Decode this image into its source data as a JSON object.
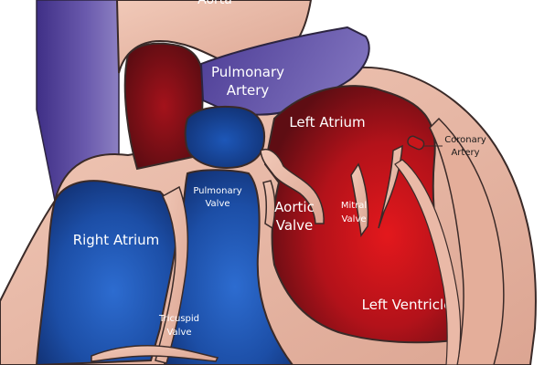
{
  "labels": {
    "aorta": "Aorta",
    "pulmonary_artery_1": "Pulmonary",
    "pulmonary_artery_2": "Artery",
    "left_atrium": "Left Atrium",
    "coronary_artery_1": "Coronary",
    "coronary_artery_2": "Artery",
    "pulmonary_valve_1": "Pulmonary",
    "pulmonary_valve_2": "Valve",
    "aortic_valve_1": "Aortic",
    "aortic_valve_2": "Valve",
    "mitral_valve_1": "Mitral",
    "mitral_valve_2": "Valve",
    "right_atrium": "Right Atrium",
    "left_ventricle": "Left Ventricle",
    "tricuspid_valve_1": "Tricuspid",
    "tricuspid_valve_2": "Valve"
  },
  "colors": {
    "tissue": "#e8b7a4",
    "tissue_outline": "#3a2a28",
    "oxygen_poor": "#1d4fa8",
    "oxygen_poor_dark": "#12306e",
    "vena_cava": "#5b4a9e",
    "oxygen_rich": "#d0161b",
    "oxygen_rich_dark": "#6e0f14",
    "background": "#ffffff"
  }
}
